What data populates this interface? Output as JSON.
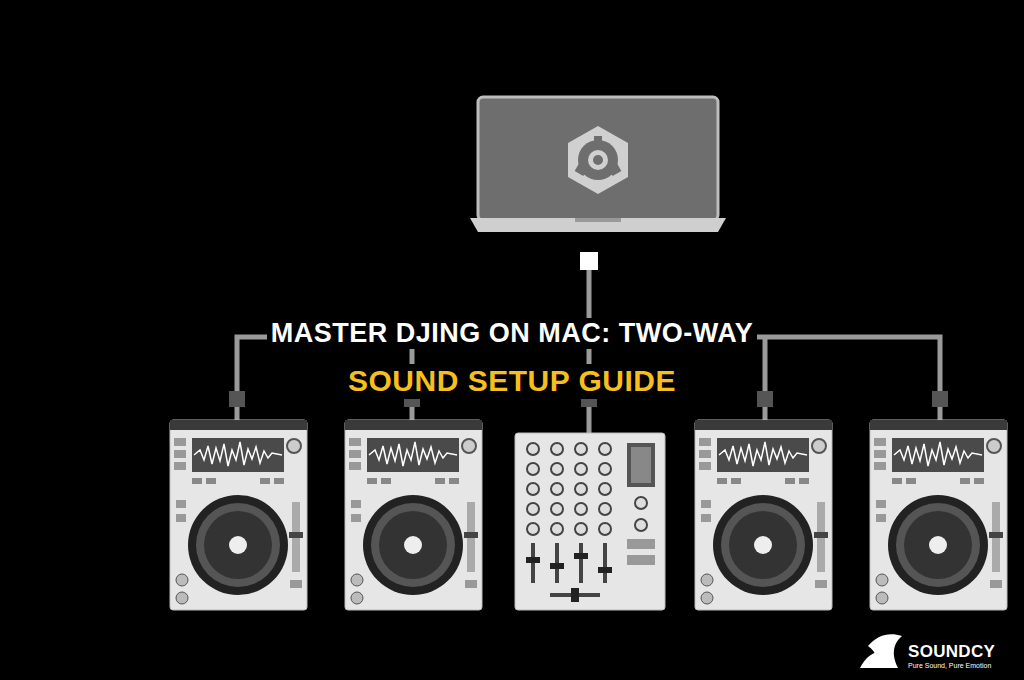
{
  "diagram": {
    "labels": [
      "MASTER DJING ON MAC: TWO-WAY",
      "SOUND SETUP GUIDE",
      "SOUNDCY",
      "Pure Sound, Pure Emotion"
    ]
  }
}
